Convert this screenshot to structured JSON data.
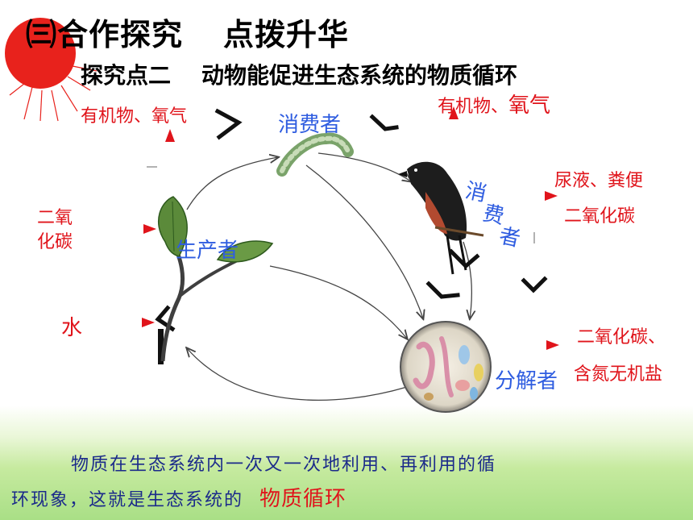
{
  "header": {
    "section_title": "㈢合作探究",
    "section_title_b": "点拨升华",
    "subtitle_a": "探究点二",
    "subtitle_b": "动物能促进生态系统的物质循环"
  },
  "labels": {
    "organic_oxygen_left": "有机物、氧气",
    "organic_oxygen_right_a": "有机物、",
    "organic_oxygen_right_b": "氧气",
    "consumer_top": "消费者",
    "co2_left_1": "二氧",
    "co2_left_2": "化碳",
    "producer": "生产者",
    "water": "水",
    "urine_feces": "尿液、粪便",
    "co2_right": "二氧化碳",
    "consumer_side_1": "消",
    "consumer_side_2": "费",
    "consumer_side_3": "者",
    "co2_decomposer": "二氧化碳、",
    "nitrogen_salts": "含氮无机盐",
    "decomposer": "分解者"
  },
  "footer": {
    "line1": "物质在生态系统内一次又一次地利用、再利用的循",
    "line2": "环现象，这就是生态系统的",
    "highlight": "物质循环"
  },
  "colors": {
    "red": "#e0141b",
    "blue": "#2f5de0",
    "footer_text": "#1b2a8a",
    "sun": "#e8221c"
  },
  "icons": [
    "sun-icon",
    "caterpillar-icon",
    "bird-icon",
    "plant-icon",
    "microbe-icon",
    "rainbow-arrow-icon"
  ]
}
